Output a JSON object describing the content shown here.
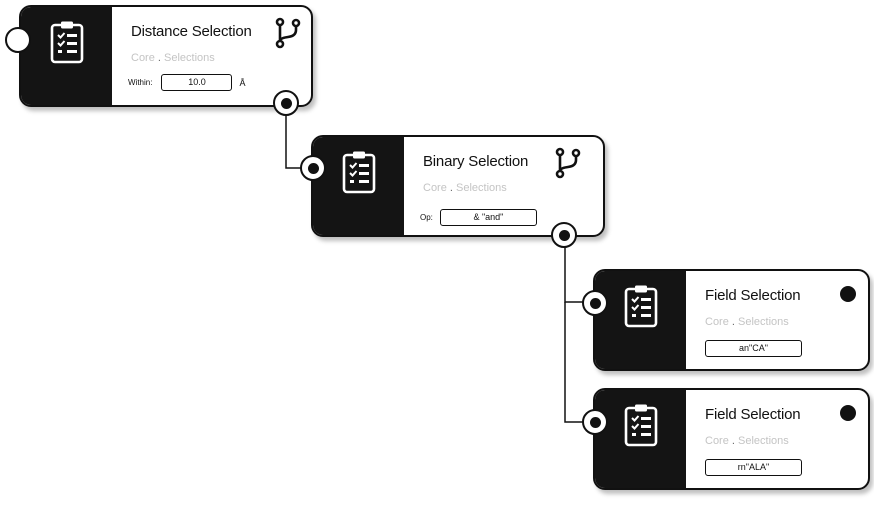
{
  "nodes": [
    {
      "title": "Distance Selection",
      "category": "Core",
      "subcategory": "Selections",
      "param_label": "Within:",
      "param_value": "10.0",
      "param_unit": "Å",
      "side_icon": "clipboard-checklist-icon",
      "corner_icon": "branch-icon"
    },
    {
      "title": "Binary Selection",
      "category": "Core",
      "subcategory": "Selections",
      "param_label": "Op:",
      "param_value": "& \"and\"",
      "side_icon": "clipboard-checklist-icon",
      "corner_icon": "branch-icon"
    },
    {
      "title": "Field Selection",
      "category": "Core",
      "subcategory": "Selections",
      "param_value": "an\"CA\"",
      "side_icon": "clipboard-checklist-icon",
      "corner_icon": "status-dot-icon"
    },
    {
      "title": "Field Selection",
      "category": "Core",
      "subcategory": "Selections",
      "param_value": "rn\"ALA\"",
      "side_icon": "clipboard-checklist-icon",
      "corner_icon": "status-dot-icon"
    }
  ],
  "separator": ".",
  "colors": {
    "node_side": "#141414",
    "node_body": "#ffffff",
    "subtitle": "#c4c4c4",
    "wire": "#111111"
  }
}
